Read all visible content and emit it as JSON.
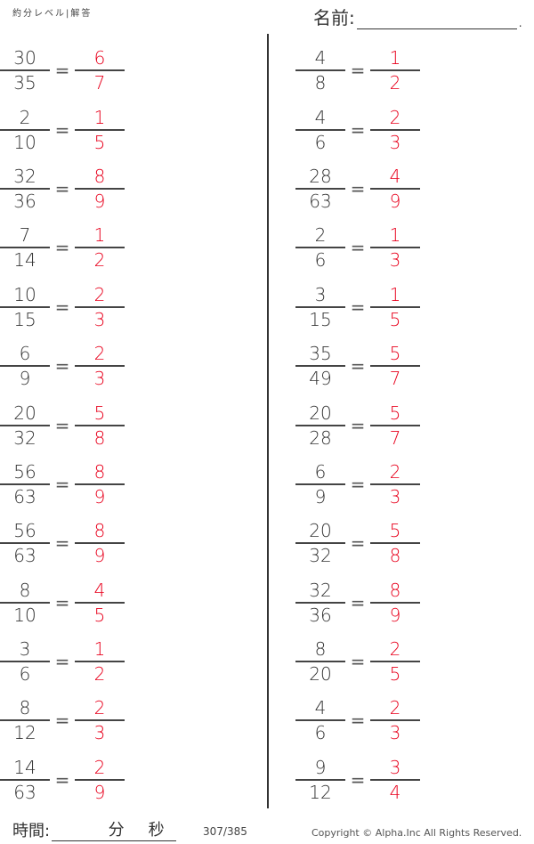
{
  "header": {
    "title": "約分レベル|解答",
    "name_label": "名前:",
    "name_dot": "."
  },
  "colors": {
    "question": "#333333",
    "answer": "#e8001c",
    "line": "#444444"
  },
  "left_problems": [
    {
      "q_num": "30",
      "q_den": "35",
      "a_num": "6",
      "a_den": "7"
    },
    {
      "q_num": "2",
      "q_den": "10",
      "a_num": "1",
      "a_den": "5"
    },
    {
      "q_num": "32",
      "q_den": "36",
      "a_num": "8",
      "a_den": "9"
    },
    {
      "q_num": "7",
      "q_den": "14",
      "a_num": "1",
      "a_den": "2"
    },
    {
      "q_num": "10",
      "q_den": "15",
      "a_num": "2",
      "a_den": "3"
    },
    {
      "q_num": "6",
      "q_den": "9",
      "a_num": "2",
      "a_den": "3"
    },
    {
      "q_num": "20",
      "q_den": "32",
      "a_num": "5",
      "a_den": "8"
    },
    {
      "q_num": "56",
      "q_den": "63",
      "a_num": "8",
      "a_den": "9"
    },
    {
      "q_num": "56",
      "q_den": "63",
      "a_num": "8",
      "a_den": "9"
    },
    {
      "q_num": "8",
      "q_den": "10",
      "a_num": "4",
      "a_den": "5"
    },
    {
      "q_num": "3",
      "q_den": "6",
      "a_num": "1",
      "a_den": "2"
    },
    {
      "q_num": "8",
      "q_den": "12",
      "a_num": "2",
      "a_den": "3"
    },
    {
      "q_num": "14",
      "q_den": "63",
      "a_num": "2",
      "a_den": "9"
    }
  ],
  "right_problems": [
    {
      "q_num": "4",
      "q_den": "8",
      "a_num": "1",
      "a_den": "2"
    },
    {
      "q_num": "4",
      "q_den": "6",
      "a_num": "2",
      "a_den": "3"
    },
    {
      "q_num": "28",
      "q_den": "63",
      "a_num": "4",
      "a_den": "9"
    },
    {
      "q_num": "2",
      "q_den": "6",
      "a_num": "1",
      "a_den": "3"
    },
    {
      "q_num": "3",
      "q_den": "15",
      "a_num": "1",
      "a_den": "5"
    },
    {
      "q_num": "35",
      "q_den": "49",
      "a_num": "5",
      "a_den": "7"
    },
    {
      "q_num": "20",
      "q_den": "28",
      "a_num": "5",
      "a_den": "7"
    },
    {
      "q_num": "6",
      "q_den": "9",
      "a_num": "2",
      "a_den": "3"
    },
    {
      "q_num": "20",
      "q_den": "32",
      "a_num": "5",
      "a_den": "8"
    },
    {
      "q_num": "32",
      "q_den": "36",
      "a_num": "8",
      "a_den": "9"
    },
    {
      "q_num": "8",
      "q_den": "20",
      "a_num": "2",
      "a_den": "5"
    },
    {
      "q_num": "4",
      "q_den": "6",
      "a_num": "2",
      "a_den": "3"
    },
    {
      "q_num": "9",
      "q_den": "12",
      "a_num": "3",
      "a_den": "4"
    }
  ],
  "equals_sign": "=",
  "footer": {
    "time_label": "時間:",
    "minutes": "分",
    "seconds": "秒",
    "page": "307/385",
    "copyright": "Copyright ©  Alpha.Inc All Rights Reserved."
  }
}
